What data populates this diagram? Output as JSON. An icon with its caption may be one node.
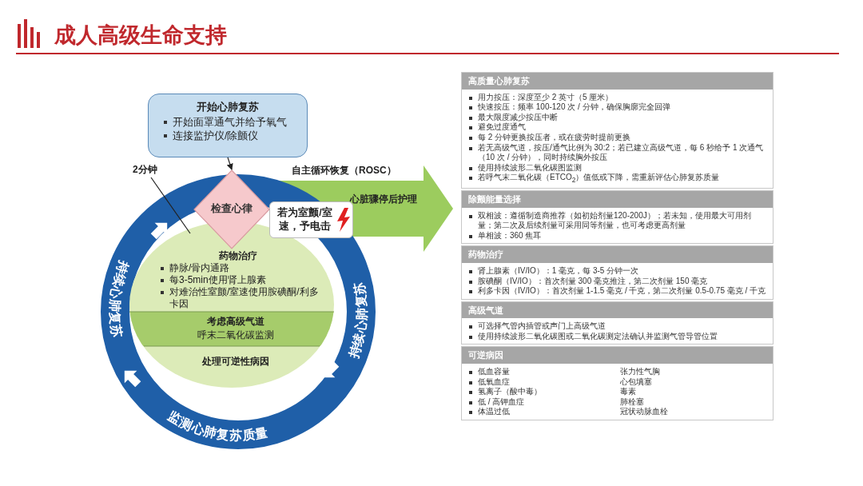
{
  "diagram": {
    "title": "成人高级生命支持",
    "nodes": [
      {
        "text": [
          "开始心肺复苏",
          "开始面罩通气并给予氧气",
          "连接监护仪/除颤仪"
        ]
      },
      {
        "text": [
          "持续心肺复苏",
          "持续心肺复苏",
          "监测心肺复苏质量"
        ]
      },
      {
        "text": [
          "检查心律"
        ]
      },
      {
        "text": [
          "若为室颤/室速，予电击"
        ]
      },
      {
        "text": [
          "药物治疗",
          "静脉/骨内通路",
          "每3-5min使用肾上腺素",
          "对难治性室颤/室速使用胺碘酮/利多卡因"
        ],
        "in": 1
      },
      {
        "text": [
          "考虑高级气道",
          "呼末二氧化碳监测"
        ],
        "in": 1
      },
      {
        "text": [
          "处理可逆性病因"
        ],
        "in": 1
      },
      {
        "text": [
          "心脏骤停后护理"
        ],
        "beside": [
          "自主循环恢复（ROSC）"
        ]
      },
      {
        "text": [
          "2分钟"
        ]
      },
      {
        "text": [
          "高质量心肺复苏",
          "用力按压：深度至少 2 英寸（5 厘米）",
          "快速按压：频率 100-120 次 / 分钟，确保胸廓完全回弹",
          "最大限度减少按压中断",
          "避免过度通气",
          "每 2 分钟更换按压者，或在疲劳时提前更换",
          "若无高级气道，按压/通气比例为 30:2；若已建立高级气道，每 6 秒给予 1 次通气（10 次 / 分钟），同时持续胸外按压",
          "使用持续波形二氧化碳图监测",
          "若呼气末二氧化碳（ETCO$_{2}$）值低或下降，需重新评估心肺复苏质量"
        ]
      },
      {
        "text": [
          "除颤能量选择",
          "双相波：遵循制造商推荐（如初始剂量120-200J）；若未知，使用最大可用剂量；第二次及后续剂量可采用同等剂量，也可考虑更高剂量",
          "单相波：360 焦耳"
        ]
      },
      {
        "text": [
          "药物治疗",
          "肾上腺素（IV/IO）：1 毫克，每 3-5 分钟一次",
          "胺碘酮（IV/IO）：首次剂量 300 毫克推注，第二次剂量 150 毫克",
          "利多卡因（IV/IO）：首次剂量 1-1.5 毫克 / 千克，第二次剂量 0.5-0.75 毫克 / 千克"
        ]
      },
      {
        "text": [
          "高级气道",
          "可选择气管内插管或声门上高级气道",
          "使用持续波形二氧化碳图或二氧化碳测定法确认并监测气管导管位置"
        ]
      },
      {
        "text": [
          "可逆病因",
          "低血容量",
          "张力性气胸",
          "低氧血症",
          "心包填塞",
          "氢离子（酸中毒）",
          "毒素",
          "低 / 高钾血症",
          "肺栓塞",
          "体温过低",
          "冠状动脉血栓"
        ]
      }
    ],
    "edges": [
      {
        "from": 0,
        "to": 2,
        "arrow": "to"
      },
      {
        "from": 8,
        "to": null,
        "arrow": "none"
      }
    ]
  }
}
